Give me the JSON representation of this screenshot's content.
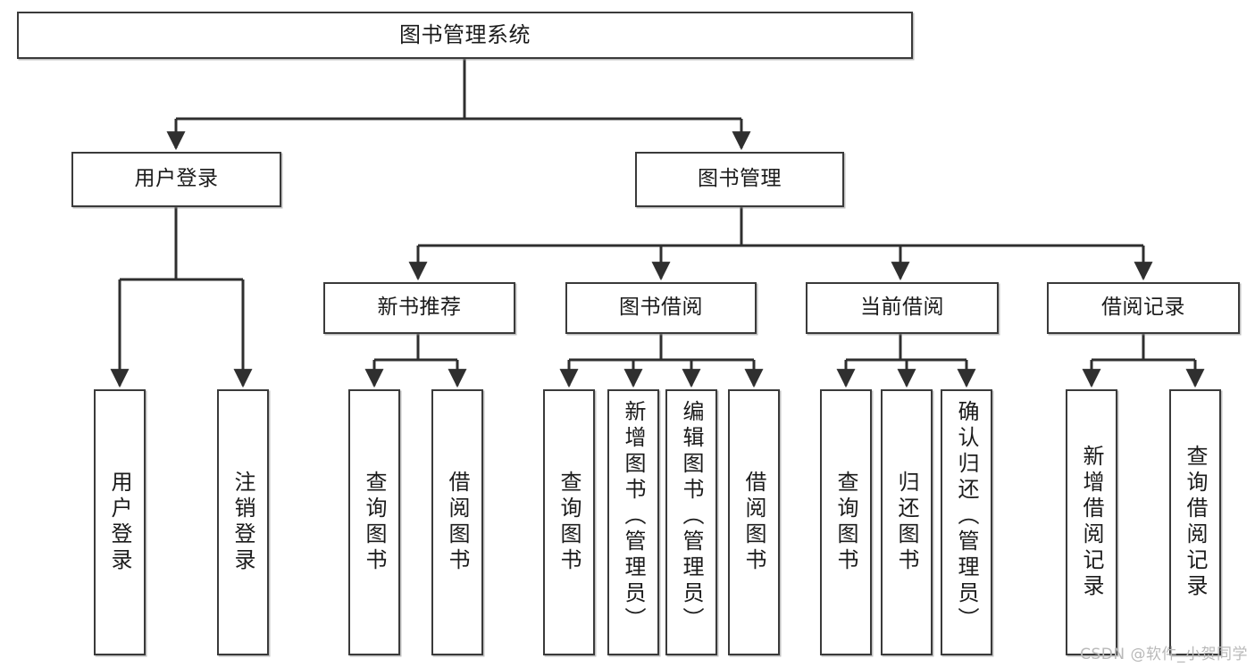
{
  "diagram": {
    "title": "图书管理系统",
    "type": "tree",
    "watermark": "CSDN @软件_小贺同学",
    "colors": {
      "border": "#3a3a3a",
      "background": "#ffffff",
      "text": "#1b1b1b",
      "connector": "#2f2f2f",
      "watermark": "#b9b9b9"
    },
    "nodes": {
      "root": "图书管理系统",
      "level2": [
        "用户登录",
        "图书管理"
      ],
      "level3": [
        "新书推荐",
        "图书借阅",
        "当前借阅",
        "借阅记录"
      ],
      "leaves": {
        "user_login": [
          "用户登录",
          "注销登录"
        ],
        "new_book_recommend": [
          "查询图书",
          "借阅图书"
        ],
        "book_borrow": [
          "查询图书",
          "新增图书（管理员）",
          "编辑图书（管理员）",
          "借阅图书"
        ],
        "current_borrow": [
          "查询图书",
          "归还图书",
          "确认归还（管理员）"
        ],
        "borrow_record": [
          "新增借阅记录",
          "查询借阅记录"
        ]
      }
    }
  }
}
